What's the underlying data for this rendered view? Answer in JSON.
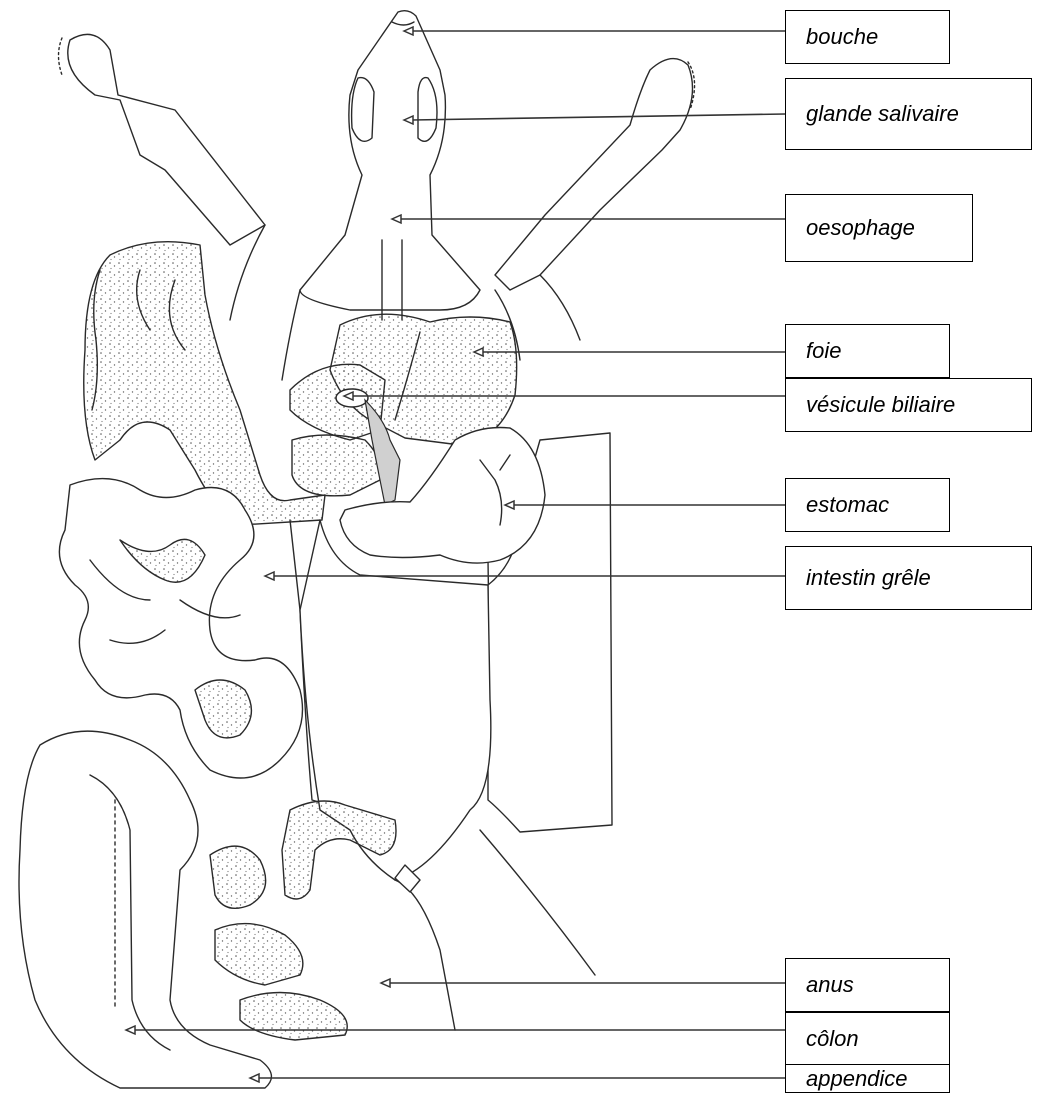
{
  "diagram": {
    "labels": [
      {
        "id": "mouth",
        "text": "bouche"
      },
      {
        "id": "salivary-gland",
        "text": "glande salivaire"
      },
      {
        "id": "esophagus",
        "text": "oesophage"
      },
      {
        "id": "liver",
        "text": "foie"
      },
      {
        "id": "gallbladder",
        "text": "vésicule biliaire"
      },
      {
        "id": "stomach",
        "text": "estomac"
      },
      {
        "id": "small-intestine",
        "text": "intestin grêle"
      },
      {
        "id": "anus",
        "text": "anus"
      },
      {
        "id": "colon",
        "text": "côlon"
      },
      {
        "id": "appendix",
        "text": "appendice"
      }
    ]
  }
}
